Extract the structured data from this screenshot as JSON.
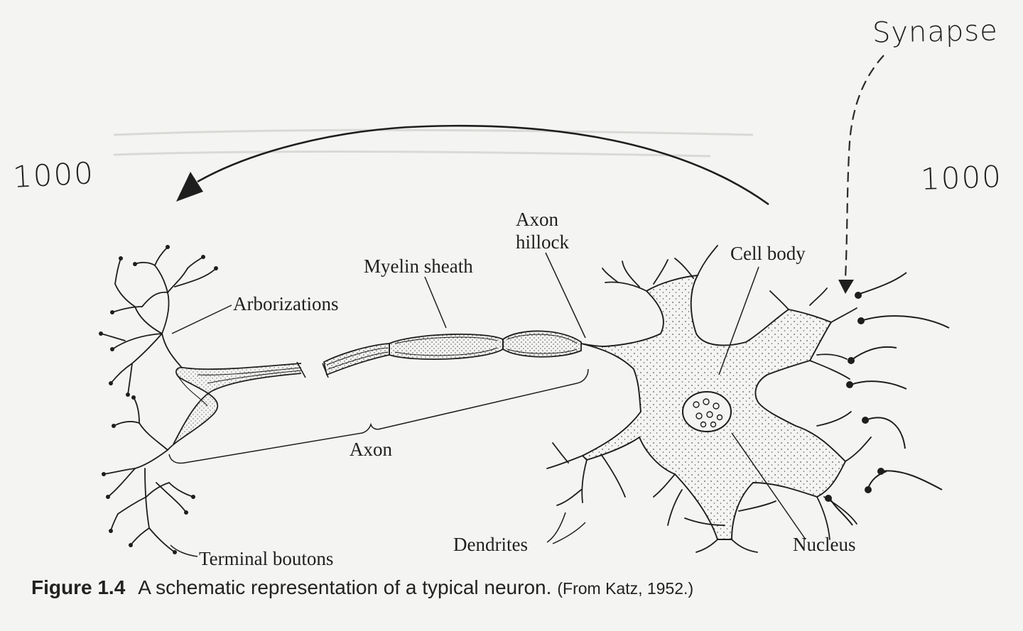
{
  "handwritten": {
    "count_left": "1000",
    "count_right": "1000",
    "synapse": "Synapse"
  },
  "labels": {
    "axon_hillock_1": "Axon",
    "axon_hillock_2": "hillock",
    "myelin_sheath": "Myelin sheath",
    "arborizations": "Arborizations",
    "cell_body": "Cell body",
    "axon": "Axon",
    "dendrites": "Dendrites",
    "nucleus": "Nucleus",
    "terminal_boutons": "Terminal boutons"
  },
  "caption": {
    "figure_number": "Figure 1.4",
    "text": "A schematic representation of a typical neuron.",
    "source": "(From Katz, 1952.)"
  },
  "colors": {
    "ink": "#1e1e1e",
    "paper": "#f4f4f2",
    "stipple": "#5a5a5a"
  }
}
